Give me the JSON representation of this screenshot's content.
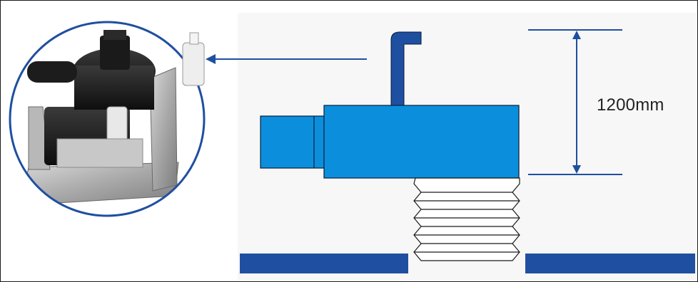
{
  "diagram": {
    "height_label": "1200mm",
    "colors": {
      "pump_body": "#0b8fdc",
      "outline": "#0a1e3c",
      "pipe": "#1f4fa0",
      "dimension": "#1f4fa0",
      "floor": "#1f4fa0",
      "photo_ring": "#1f4fa0"
    },
    "icons": [
      "pump-photo",
      "drain-pipe",
      "bellows"
    ]
  }
}
